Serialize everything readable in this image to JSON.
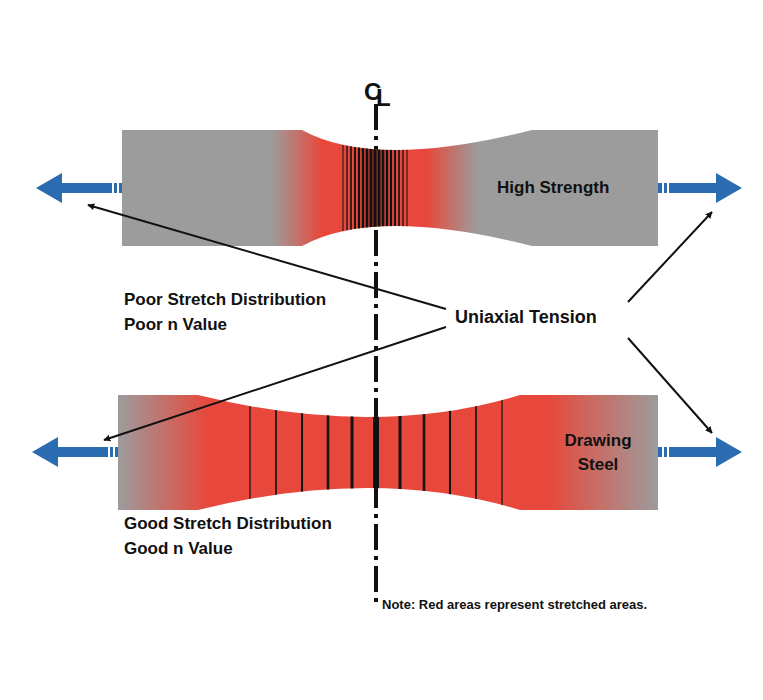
{
  "diagram": {
    "nodes": [
      {
        "text": [
          "High Strength"
        ]
      },
      {
        "text": [
          "Drawing Steel"
        ]
      }
    ],
    "labels": [
      "C",
      "L",
      "Poor Stretch Distribution",
      "Poor n Value",
      "Uniaxial Tension",
      "Good Stretch Distribution",
      "Good n Value",
      "Note: Red areas represent stretched areas."
    ]
  }
}
